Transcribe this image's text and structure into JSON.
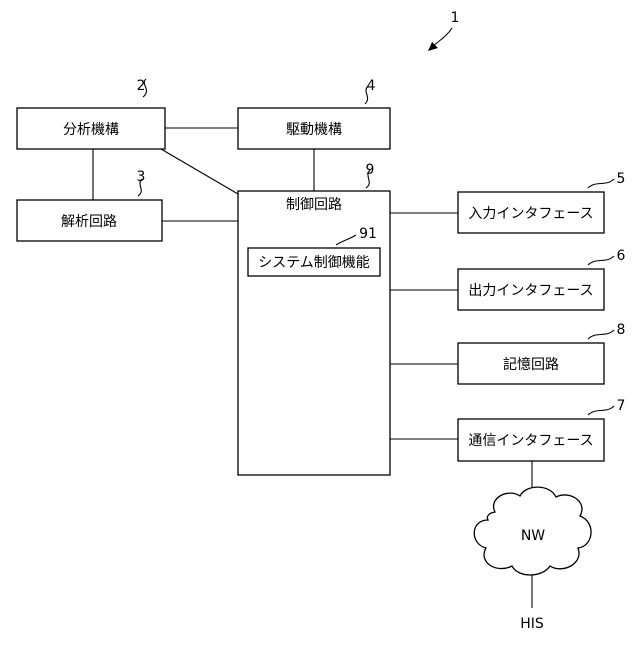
{
  "figure_number": "1",
  "blocks": {
    "analysis": {
      "ref": "2",
      "label": "分析機構"
    },
    "drive": {
      "ref": "4",
      "label": "駆動機構"
    },
    "parsing": {
      "ref": "3",
      "label": "解析回路"
    },
    "control": {
      "ref": "9",
      "label": "制御回路"
    },
    "system_ctrl": {
      "ref": "91",
      "label": "システム制御機能"
    },
    "input_if": {
      "ref": "5",
      "label": "入力インタフェース"
    },
    "output_if": {
      "ref": "6",
      "label": "出力インタフェース"
    },
    "memory": {
      "ref": "8",
      "label": "記憶回路"
    },
    "comm_if": {
      "ref": "7",
      "label": "通信インタフェース"
    }
  },
  "network": {
    "label": "NW"
  },
  "his": {
    "label": "HIS"
  }
}
